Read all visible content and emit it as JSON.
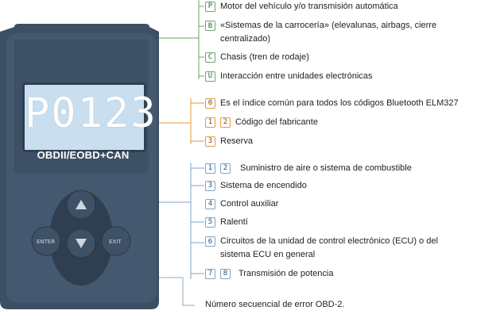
{
  "device": {
    "screen_code": "P0123",
    "label": "OBDII/EOBD+CAN",
    "enter_label": "ENTER",
    "exit_label": "EXIT"
  },
  "colors": {
    "green": "#6aa66a",
    "orange": "#e39a3a",
    "blue": "#7fa6c8",
    "device": "#3d4f63",
    "screen": "#c9dfef"
  },
  "groups": {
    "system": [
      {
        "badges": [
          "P"
        ],
        "text": "Motor del vehículo y/o transmisión automática"
      },
      {
        "badges": [
          "B"
        ],
        "text": "«Sistemas de la carrocería» (elevalunas, airbags, cierre centralizado)"
      },
      {
        "badges": [
          "C"
        ],
        "text": "Chasis (tren de rodaje)"
      },
      {
        "badges": [
          "U"
        ],
        "text": "Interacción entre unidades electrónicas"
      }
    ],
    "type": [
      {
        "badges": [
          "0"
        ],
        "text": "Es el índice común para todos los códigos Bluetooth ELM327"
      },
      {
        "badges": [
          "1",
          "2"
        ],
        "text": "Código del fabricante"
      },
      {
        "badges": [
          "3"
        ],
        "text": "Reserva"
      }
    ],
    "subsystem": [
      {
        "badges": [
          "1",
          "2"
        ],
        "text": "Suministro de aire o sistema de combustible"
      },
      {
        "badges": [
          "3"
        ],
        "text": "Sistema de encendido"
      },
      {
        "badges": [
          "4"
        ],
        "text": "Control auxiliar"
      },
      {
        "badges": [
          "5"
        ],
        "text": "Ralentí"
      },
      {
        "badges": [
          "6"
        ],
        "text": "Circuitos de la unidad de control electrónico (ECU) o del sistema ECU en general"
      },
      {
        "badges": [
          "7",
          "8"
        ],
        "text": "Transmisión de potencia"
      }
    ],
    "sequence": {
      "text": "Número secuencial de error OBD-2."
    }
  }
}
